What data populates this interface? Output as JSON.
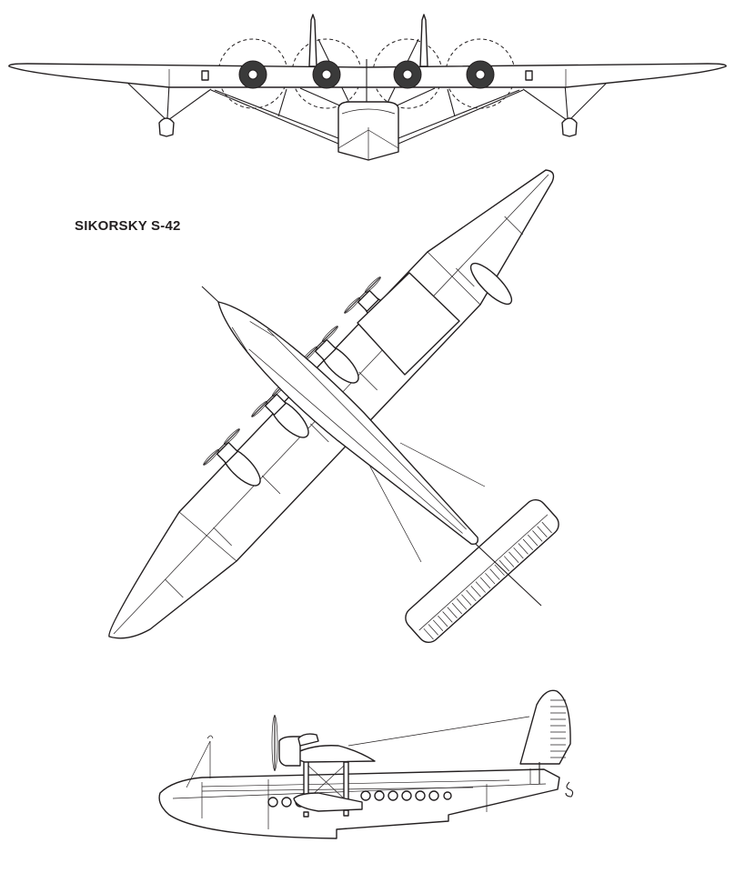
{
  "drawing": {
    "title": "SIKORSKY S-42",
    "line_color": "#231f20",
    "background": "#ffffff",
    "views": [
      "front",
      "top",
      "side"
    ]
  }
}
